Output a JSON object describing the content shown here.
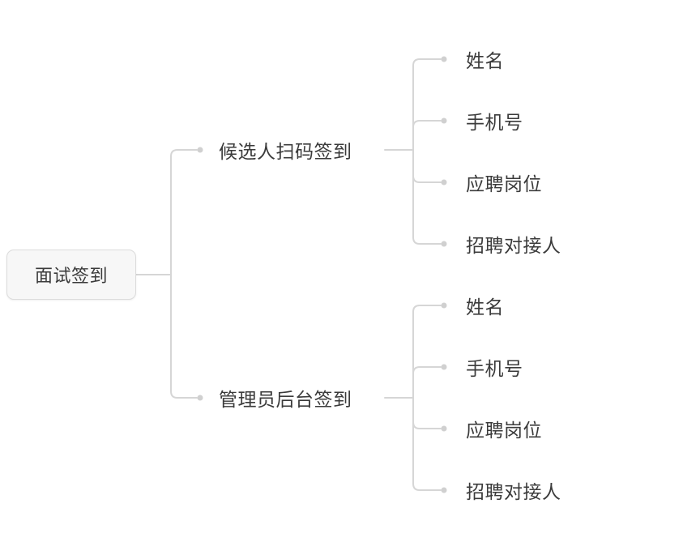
{
  "diagram": {
    "type": "mind-map",
    "orientation": "left-to-right",
    "colors": {
      "edge": "#d6d6d6",
      "dot": "#d0d0d0",
      "text": "#3b3b3b",
      "root_fill": "#f7f7f7",
      "root_border": "#dcdcdc",
      "background": "#ffffff"
    },
    "root": {
      "label": "面试签到"
    },
    "branches": [
      {
        "label": "候选人扫码签到",
        "leaves": [
          {
            "label": "姓名"
          },
          {
            "label": "手机号"
          },
          {
            "label": "应聘岗位"
          },
          {
            "label": "招聘对接人"
          }
        ]
      },
      {
        "label": "管理员后台签到",
        "leaves": [
          {
            "label": "姓名"
          },
          {
            "label": "手机号"
          },
          {
            "label": "应聘岗位"
          },
          {
            "label": "招聘对接人"
          }
        ]
      }
    ]
  }
}
